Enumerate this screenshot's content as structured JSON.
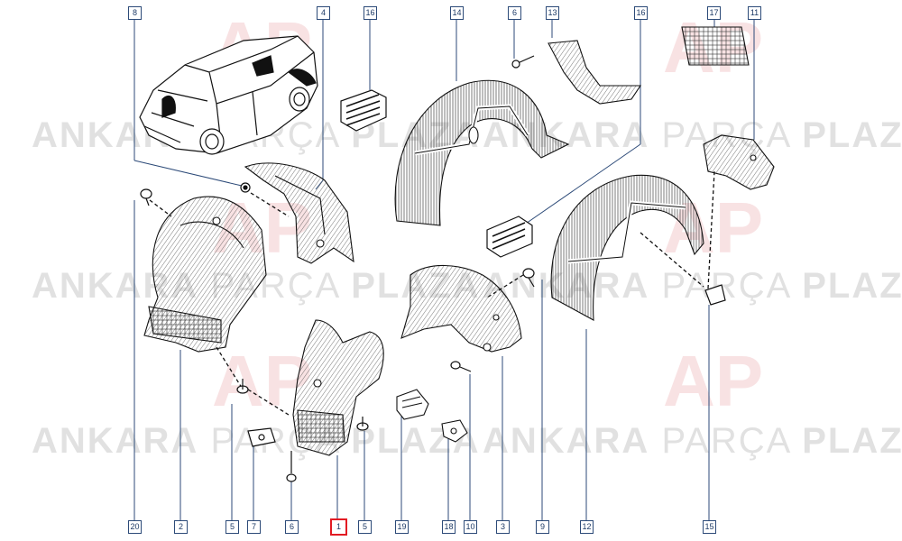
{
  "watermark": {
    "word1": "ANKARA",
    "word2": "PARÇA",
    "word3": "PLAZA",
    "logo_text": "AP",
    "color": "#c9c9c9",
    "logo_color": "#e8a3a7"
  },
  "callouts": {
    "c8": "8",
    "c4": "4",
    "c16a": "16",
    "c14": "14",
    "c6a": "6",
    "c13": "13",
    "c16b": "16",
    "c17": "17",
    "c11": "11",
    "c20": "20",
    "c2": "2",
    "c5a": "5",
    "c7": "7",
    "c6b": "6",
    "c1": "1",
    "c5b": "5",
    "c19": "19",
    "c18": "18",
    "c10": "10",
    "c3": "3",
    "c9": "9",
    "c12": "12",
    "c15": "15"
  },
  "highlight_color": "#e21b23",
  "line_color": "#2c4a78"
}
